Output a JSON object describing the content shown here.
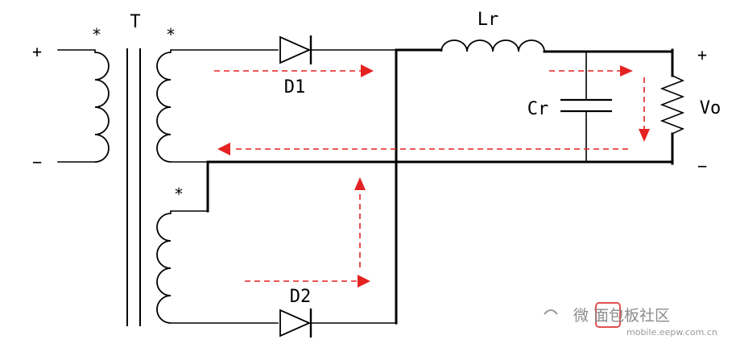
{
  "labels": {
    "transformer": "T",
    "diode1": "D1",
    "diode2": "D2",
    "inductor": "Lr",
    "capacitor": "Cr",
    "output": "Vo"
  },
  "polarity": {
    "input_plus": "+",
    "input_minus": "−",
    "output_plus": "+",
    "output_minus": "−",
    "dot_primary": "*",
    "dot_secondary_top": "*",
    "dot_secondary_bottom": "*"
  },
  "watermark": {
    "text": "微 面包板社区",
    "url": "mobile.eepw.com.cn"
  },
  "colors": {
    "wire": "#000000",
    "current_arrow": "#e52222"
  }
}
